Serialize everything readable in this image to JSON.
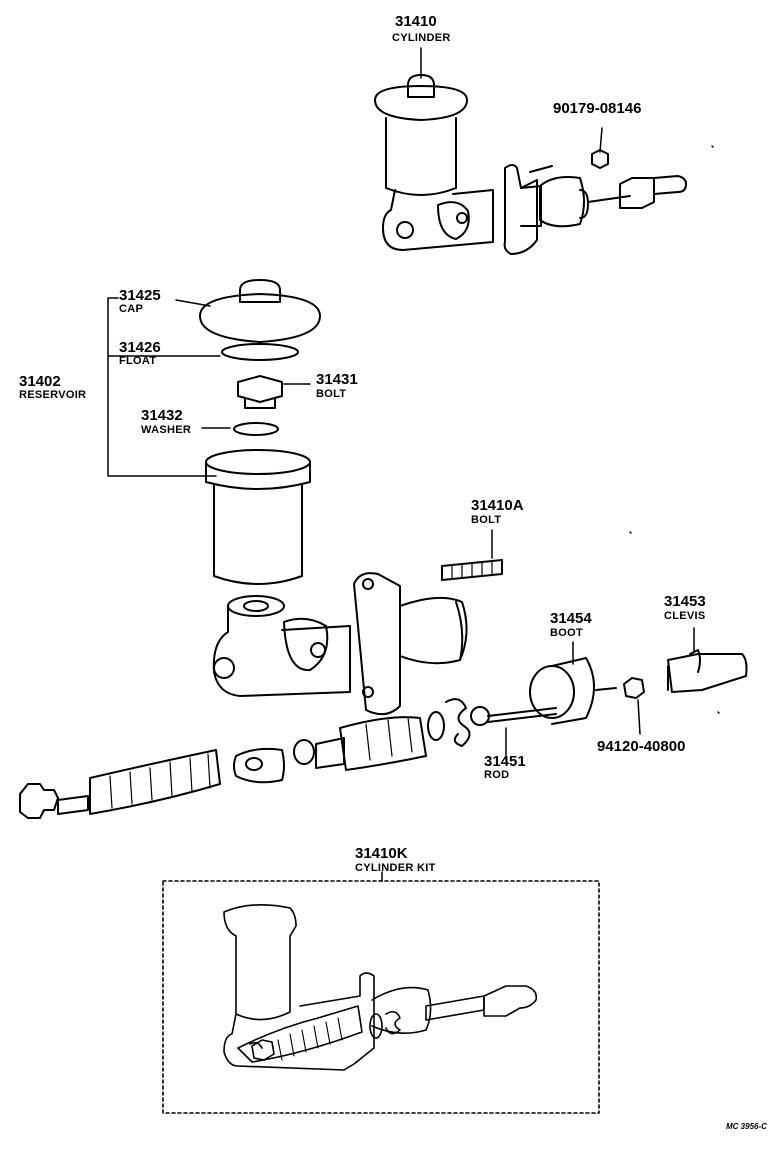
{
  "colors": {
    "ink": "#000000",
    "paper": "#ffffff"
  },
  "parts": [
    {
      "number": "31410",
      "name": "CYLINDER"
    },
    {
      "number": "90179-08146"
    },
    {
      "number": "31425",
      "name": "CAP"
    },
    {
      "number": "31426",
      "name": "FLOAT"
    },
    {
      "number": "31402",
      "name": "RESERVOIR"
    },
    {
      "number": "31431",
      "name": "BOLT"
    },
    {
      "number": "31432",
      "name": "WASHER"
    },
    {
      "number": "31410A",
      "name": "BOLT"
    },
    {
      "number": "31454",
      "name": "BOOT"
    },
    {
      "number": "31453",
      "name": "CLEVIS"
    },
    {
      "number": "94120-40800"
    },
    {
      "number": "31451",
      "name": "ROD"
    },
    {
      "number": "31410K",
      "name": "CYLINDER KIT"
    }
  ],
  "diagram_code": "MC 3956-C"
}
